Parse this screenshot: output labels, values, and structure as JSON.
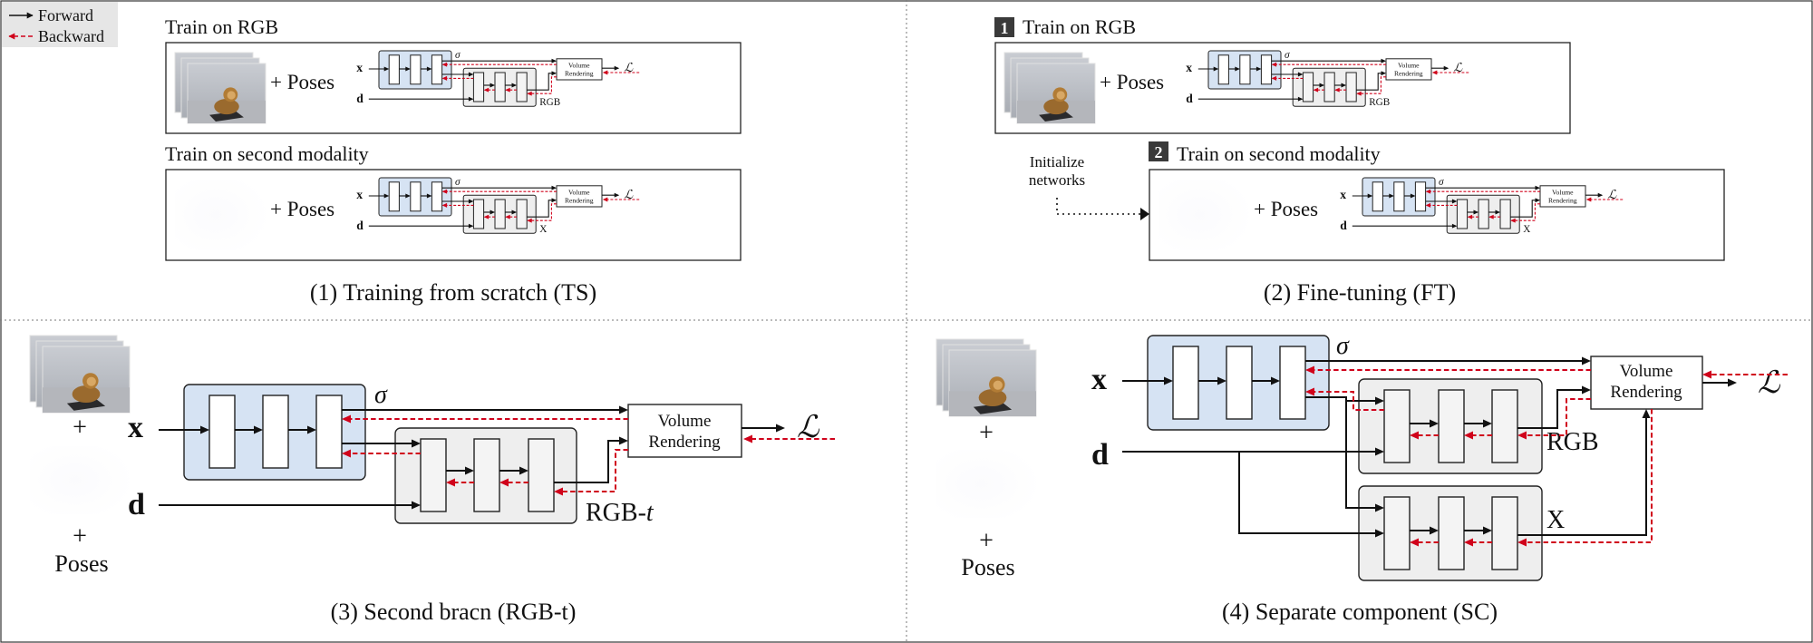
{
  "legend": {
    "forward": "Forward",
    "backward": "Backward"
  },
  "colors": {
    "forward": "#111111",
    "backward": "#d0021b",
    "sigma_net_fill": "#d6e3f3",
    "color_net_fill": "#eeeeee",
    "legend_bg": "#e6e6e6",
    "step_badge": "#3a3a3a"
  },
  "symbols": {
    "x": "x",
    "d": "d",
    "sigma": "σ",
    "loss": "ℒ",
    "plus": "+"
  },
  "common": {
    "poses": "+ Poses",
    "poses_word": "Poses",
    "volume_rendering": "Volume\nRendering"
  },
  "panel1": {
    "top_title": "Train on RGB",
    "bottom_title": "Train on second modality",
    "top_output": "RGB",
    "bottom_output": "X",
    "caption": "(1) Training from scratch (TS)"
  },
  "panel2": {
    "step1_number": "1",
    "step1_title": "Train on RGB",
    "step2_number": "2",
    "step2_title": "Train on second modality",
    "init_label": "Initialize\nnetworks",
    "top_output": "RGB",
    "bottom_output": "X",
    "caption": "(2) Fine-tuning (FT)"
  },
  "panel3": {
    "output": "RGB-t",
    "caption": "(3) Second bracn (RGB-t)"
  },
  "panel4": {
    "output_rgb": "RGB",
    "output_x": "X",
    "caption": "(4) Separate component (SC)"
  }
}
